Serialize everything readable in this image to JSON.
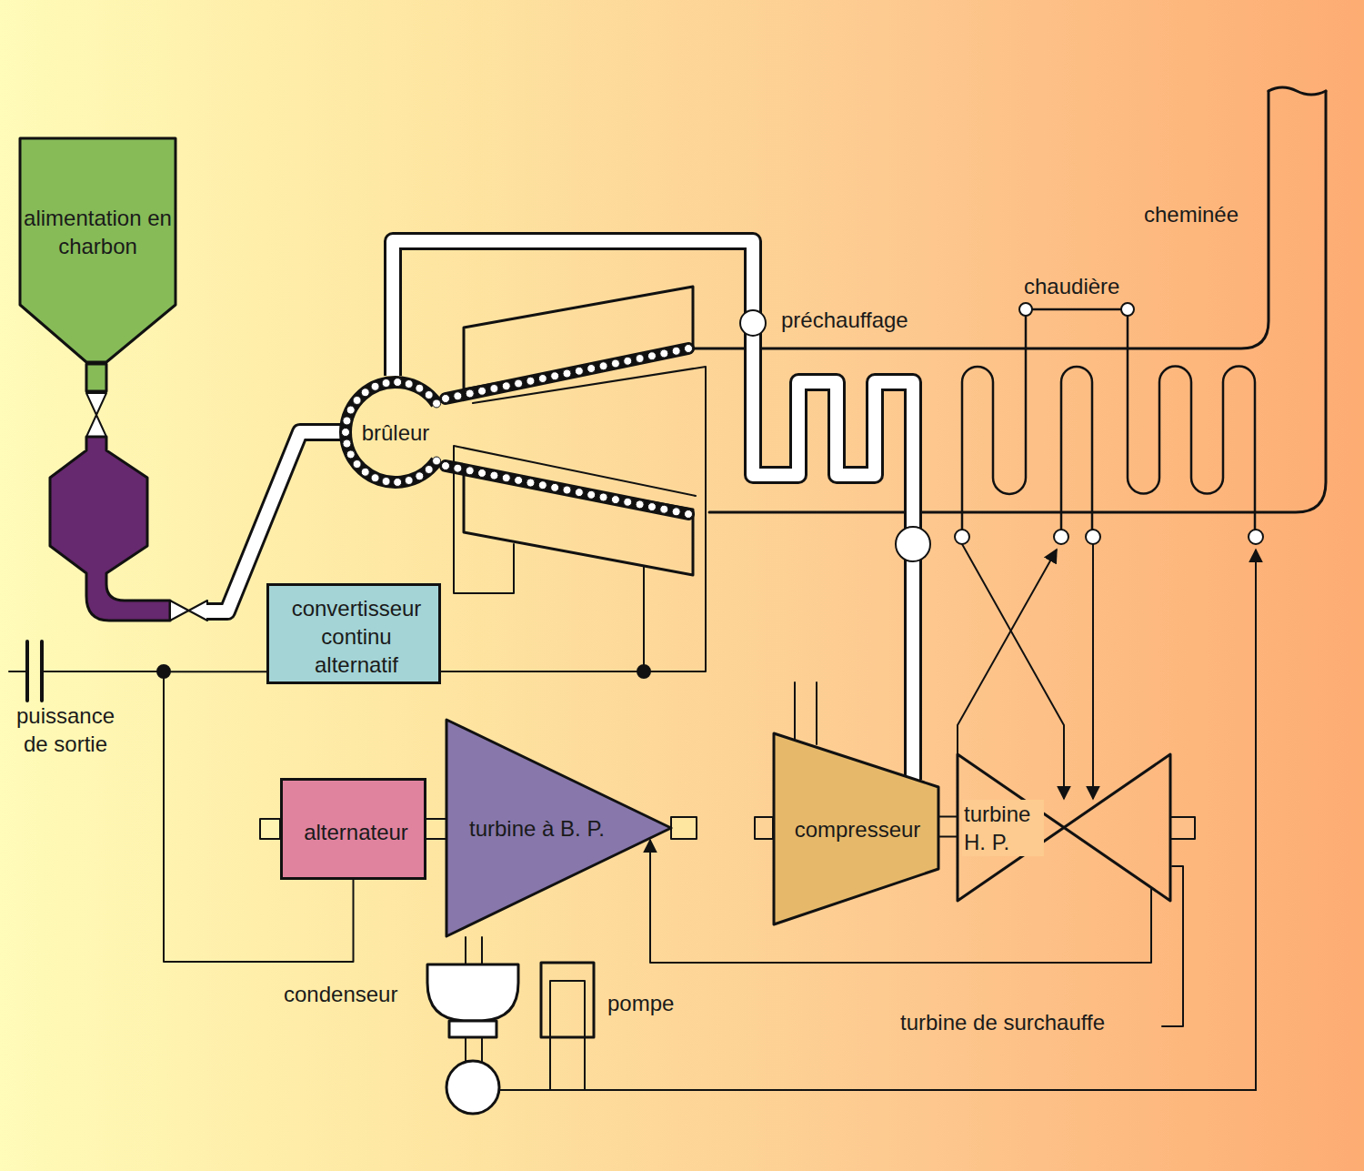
{
  "diagram": {
    "nodes": [
      {
        "text": [
          "alimentation en charbon"
        ]
      },
      {
        "text": [
          "brûleur"
        ]
      },
      {
        "text": [
          "convertisseur continu alternatif"
        ]
      },
      {
        "text": [
          "alternateur"
        ]
      },
      {
        "text": [
          "turbine à B. P."
        ]
      },
      {
        "text": [
          "compresseur"
        ]
      },
      {
        "text": [
          "turbine H. P."
        ]
      }
    ],
    "edges": [
      {
        "from": 3,
        "to": 4,
        "arrow": "none"
      },
      {
        "from": 5,
        "to": 6,
        "arrow": "none"
      },
      {
        "from": 3,
        "to": 2,
        "arrow": "none"
      },
      {
        "from": 6,
        "to": 4,
        "arrow": "to"
      },
      {
        "from": 5,
        "to": 1,
        "arrow": "none"
      }
    ],
    "labels": [
      "cheminée",
      "chaudière",
      "préchauffage",
      "puissance de sortie",
      "condenseur",
      "pompe",
      "turbine de surchauffe"
    ]
  }
}
